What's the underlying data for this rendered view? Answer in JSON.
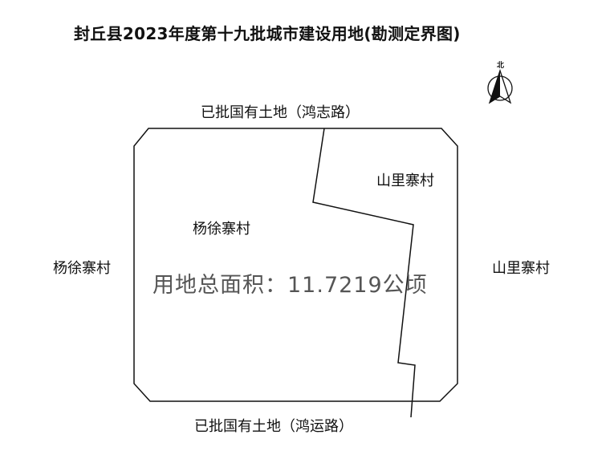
{
  "title": "封丘县2023年度第十九批城市建设用地(勘测定界图)",
  "north_label": "北",
  "labels": {
    "north_boundary": "已批国有土地（鸿志路）",
    "south_boundary": "已批国有土地（鸿运路）",
    "west_outside": "杨徐寨村",
    "east_outside": "山里寨村",
    "inside_west_village": "杨徐寨村",
    "inside_east_village": "山里寨村"
  },
  "total_area_text": "用地总面积：11.7219公顷",
  "colors": {
    "lines": "#111111",
    "area_text": "#555555"
  }
}
